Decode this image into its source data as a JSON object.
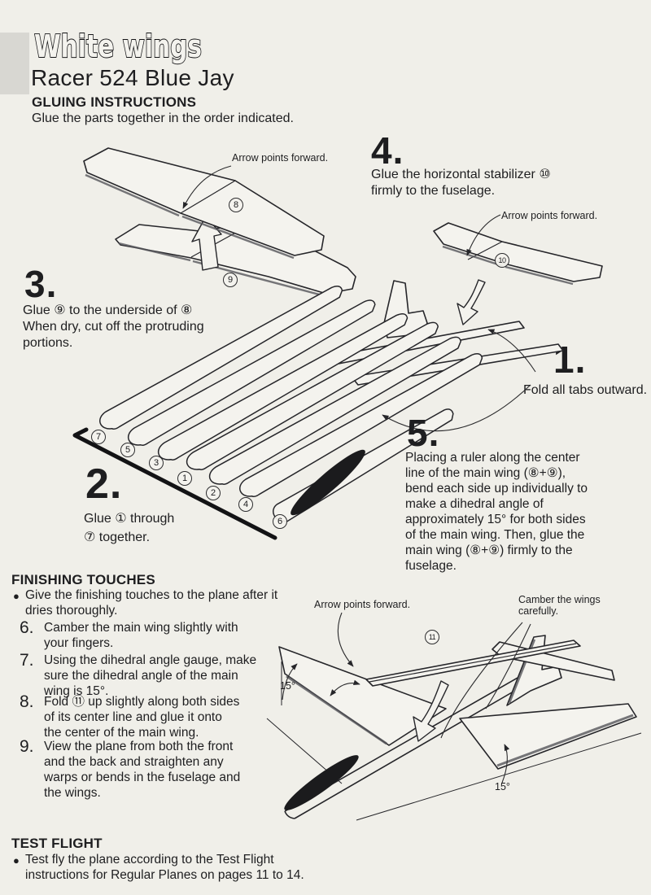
{
  "brand": "White wings",
  "title": "Racer 524 Blue Jay",
  "bullet_glyph": "●",
  "gluing": {
    "heading": "GLUING INSTRUCTIONS",
    "subtitle": "Glue the parts together in the order indicated."
  },
  "steps": {
    "s1": {
      "num": "1.",
      "text": "Fold all tabs outward."
    },
    "s2": {
      "num": "2.",
      "text": "Glue ① through\n⑦ together."
    },
    "s3": {
      "num": "3.",
      "text": "Glue ⑨ to the underside of ⑧\nWhen dry, cut off the protruding\nportions."
    },
    "s4": {
      "num": "4.",
      "text": "Glue the horizontal stabilizer ⑩\nfirmly to the fuselage."
    },
    "s5": {
      "num": "5.",
      "text": "Placing a ruler along the center\nline of the main wing (⑧+⑨),\nbend each side up individually to\nmake a dihedral angle of\napproximately 15° for both sides\nof the main wing. Then, glue the\nmain wing (⑧+⑨) firmly to the\nfuselage."
    }
  },
  "labels": {
    "arrow_forward": "Arrow points forward.",
    "camber": "Camber the wings\ncarefully.",
    "angle": "15°"
  },
  "parts": {
    "p1": "1",
    "p2": "2",
    "p3": "3",
    "p4": "4",
    "p5": "5",
    "p6": "6",
    "p7": "7",
    "p8": "8",
    "p9": "9",
    "p10": "10",
    "p11": "11"
  },
  "finishing": {
    "heading": "FINISHING TOUCHES",
    "bullet": "Give the finishing touches to the plane after it\ndries thoroughly.",
    "items": [
      {
        "num": "6.",
        "text": "Camber the main wing slightly with\nyour fingers."
      },
      {
        "num": "7.",
        "text": "Using the dihedral angle gauge, make\nsure the dihedral angle of the main\nwing is 15°."
      },
      {
        "num": "8.",
        "text": "Fold ⑪ up slightly along both sides\nof its center line and glue it onto\nthe center of the main wing."
      },
      {
        "num": "9.",
        "text": "View the plane from both the front\nand the back and straighten any\nwarps or bends in the fuselage and\nthe wings."
      }
    ]
  },
  "test_flight": {
    "heading": "TEST FLIGHT",
    "bullet": "Test fly the plane according to the Test Flight\ninstructions for Regular Planes on pages 11 to 14."
  }
}
